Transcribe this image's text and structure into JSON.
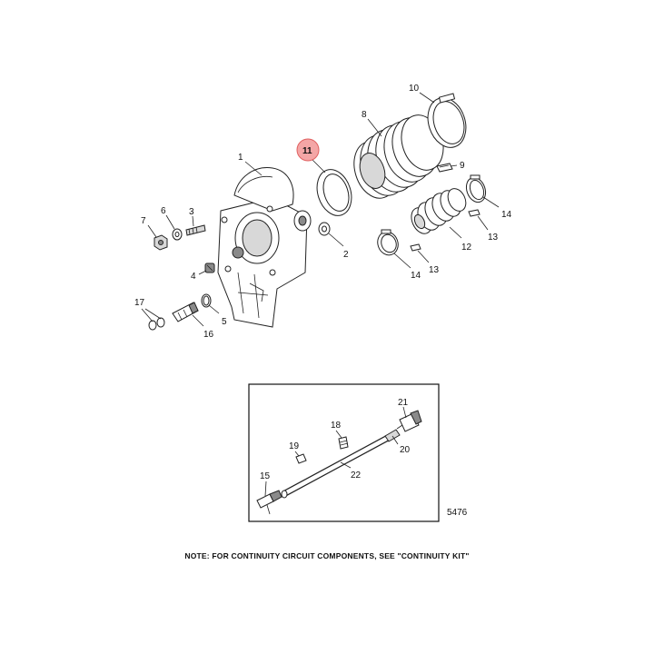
{
  "callouts": {
    "c1": "1",
    "c2": "2",
    "c3": "3",
    "c4": "4",
    "c5": "5",
    "c6": "6",
    "c7": "7",
    "c8": "8",
    "c9": "9",
    "c10": "10",
    "c11": "11",
    "c12": "12",
    "c13a": "13",
    "c13b": "13",
    "c14a": "14",
    "c14b": "14",
    "c15": "15",
    "c16": "16",
    "c17": "17",
    "c18": "18",
    "c19": "19",
    "c20": "20",
    "c21": "21",
    "c22": "22"
  },
  "figure_number": "5476",
  "note": "NOTE:  FOR CONTINUITY CIRCUIT COMPONENTS, SEE \"CONTINUITY KIT\"",
  "colors": {
    "highlight": "#f4a6a6",
    "highlight_stroke": "#e06060",
    "line": "#222222"
  }
}
